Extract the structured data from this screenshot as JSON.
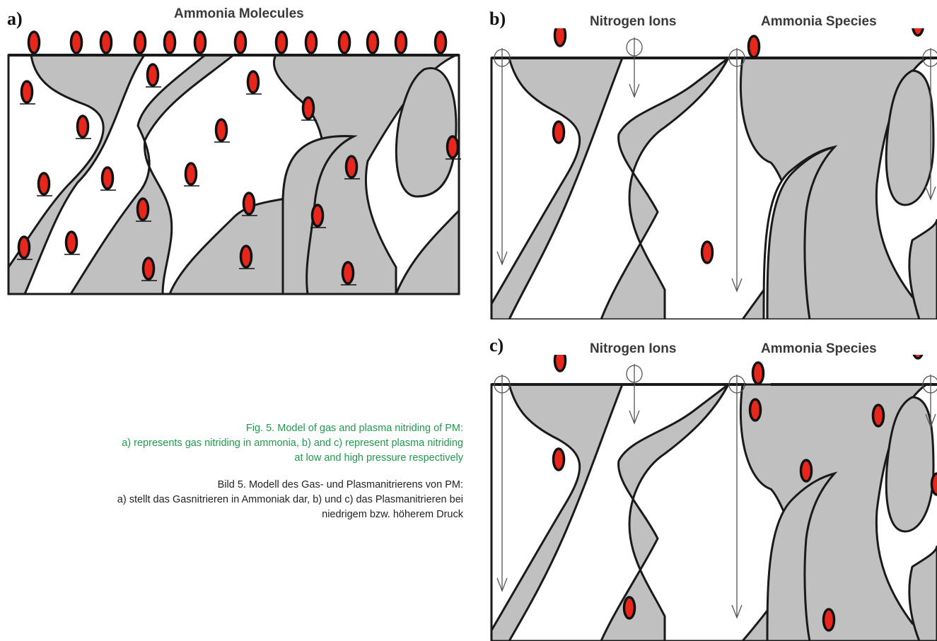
{
  "panels": [
    {
      "label": "a)",
      "titles": [
        "Ammonia Molecules"
      ]
    },
    {
      "label": "b)",
      "titles": [
        "Nitrogen Ions",
        "Ammonia Species"
      ]
    },
    {
      "label": "c)",
      "titles": [
        "Nitrogen Ions",
        "Ammonia Species"
      ]
    }
  ],
  "caption_en": [
    "Fig. 5.  Model of gas and plasma nitriding of PM:",
    "a) represents gas nitriding in ammonia, b) and c) represent plasma nitriding",
    "at low and high pressure respectively"
  ],
  "caption_de": [
    "Bild 5.  Modell des Gas- und Plasmanitrierens von PM:",
    "a) stellt das Gasnitrieren in Ammoniak dar, b) und c) das Plasmanitrieren bei",
    "niedrigem bzw. höherem Druck"
  ],
  "colors": {
    "grain_fill": "#c0c0c1",
    "outline": "#1a1a1a",
    "molecule_fill": "#e8271c",
    "ion_stroke": "#555555",
    "caption_en": "#1f9a4d",
    "caption_de": "#222222"
  },
  "icons": {
    "ammonia_molecule": "red-oval-molecule-icon",
    "nitrogen_ion": "circle-with-vertical-line-icon"
  }
}
